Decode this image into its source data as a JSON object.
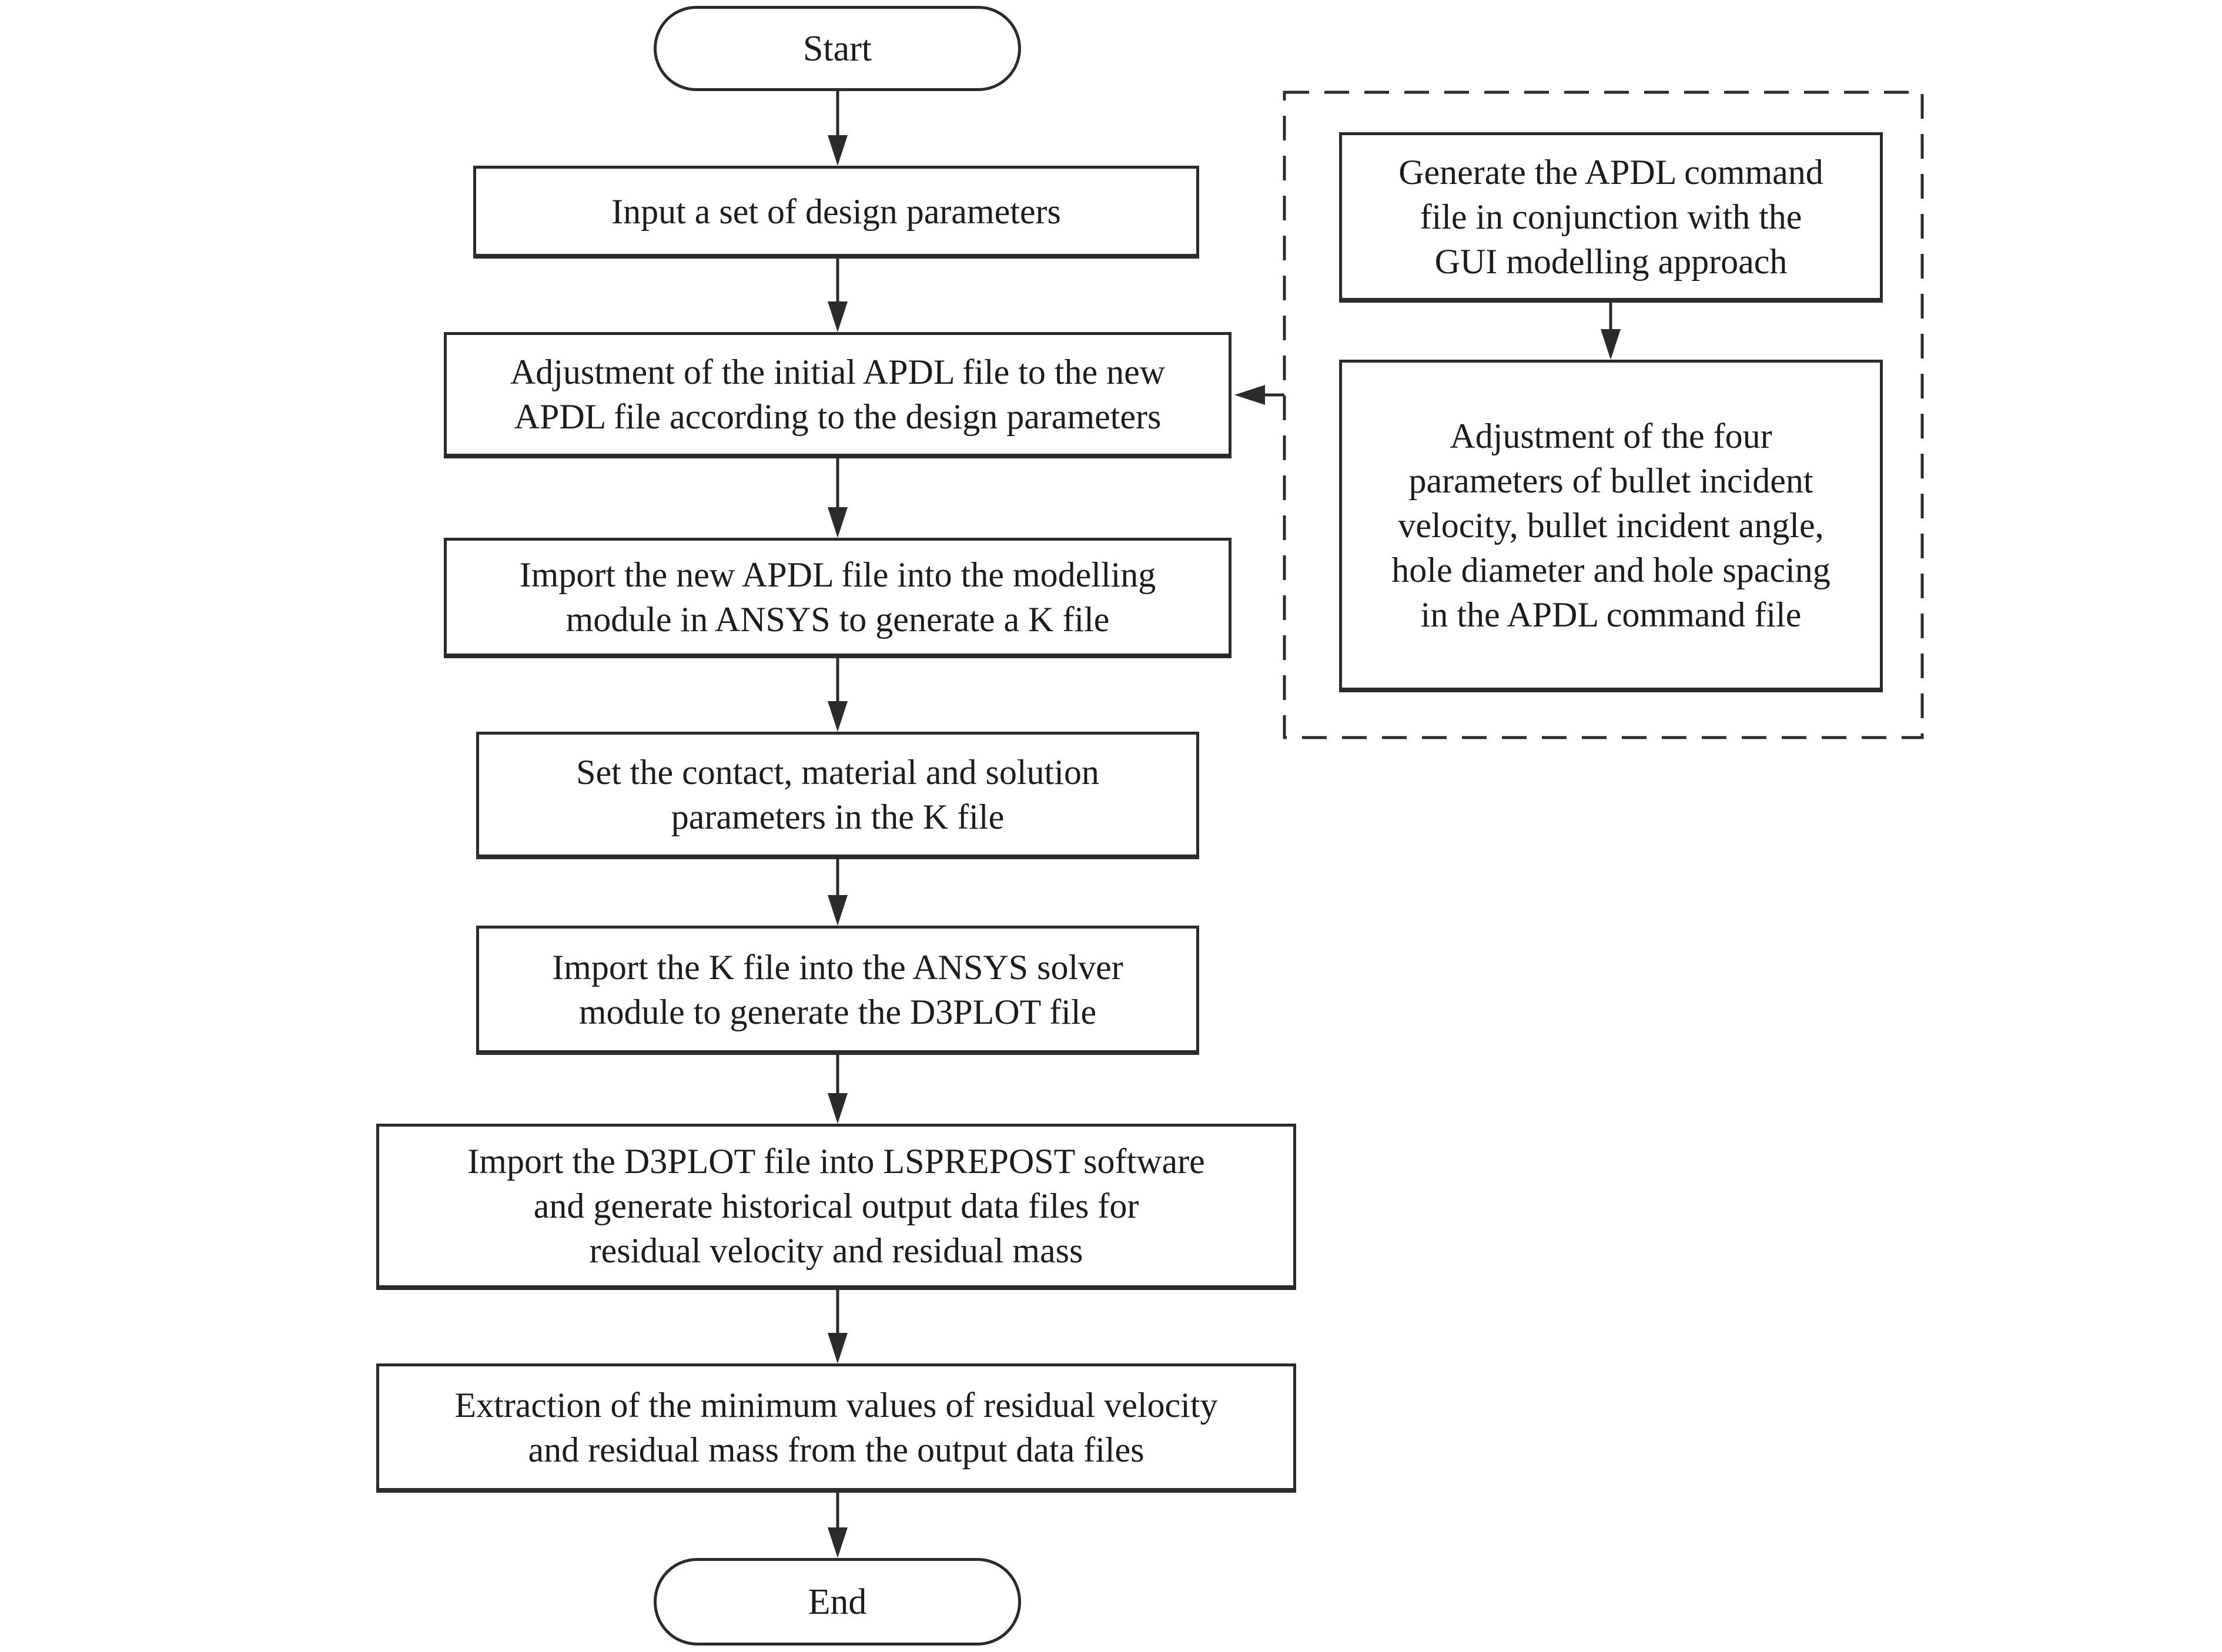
{
  "figure": {
    "type": "flowchart",
    "background": "#ffffff",
    "line_color": "#2b2b2b",
    "text_color": "#1c1c1c"
  },
  "nodes": {
    "start": {
      "shape": "terminator",
      "label": "Start"
    },
    "input_params": {
      "shape": "process",
      "label": "Input a set of design parameters"
    },
    "adjust_apdl": {
      "shape": "process",
      "label": "Adjustment of the initial APDL file to the new\nAPDL file according to the design parameters"
    },
    "import_apdl": {
      "shape": "process",
      "label": "Import the new APDL file into the modelling\nmodule in ANSYS to generate a K file"
    },
    "set_params": {
      "shape": "process",
      "label": "Set the contact, material and solution\nparameters in the K file"
    },
    "import_k": {
      "shape": "process",
      "label": "Import the K file into the ANSYS solver\nmodule to generate the D3PLOT file"
    },
    "import_d3plot": {
      "shape": "process",
      "label": "Import the D3PLOT file into LSPREPOST software\nand generate historical output data files for\nresidual velocity and residual mass"
    },
    "extract_min": {
      "shape": "process",
      "label": "Extraction of the minimum values of residual velocity\nand residual mass from the output data files"
    },
    "end": {
      "shape": "terminator",
      "label": "End"
    },
    "generate_apdl": {
      "shape": "process",
      "label": "Generate the APDL command\nfile in conjunction with the\nGUI modelling approach"
    },
    "adjust_four": {
      "shape": "process",
      "label": "Adjustment of the four\nparameters of bullet incident\nvelocity, bullet incident angle,\nhole diameter and hole spacing\nin the APDL command file"
    }
  },
  "groups": {
    "apdl_generation_group": {
      "style": "dashed",
      "contains": [
        "generate_apdl",
        "adjust_four"
      ]
    }
  },
  "edges": [
    {
      "from": "start",
      "to": "input_params",
      "arrow": "down"
    },
    {
      "from": "input_params",
      "to": "adjust_apdl",
      "arrow": "down"
    },
    {
      "from": "adjust_apdl",
      "to": "import_apdl",
      "arrow": "down"
    },
    {
      "from": "import_apdl",
      "to": "set_params",
      "arrow": "down"
    },
    {
      "from": "set_params",
      "to": "import_k",
      "arrow": "down"
    },
    {
      "from": "import_k",
      "to": "import_d3plot",
      "arrow": "down"
    },
    {
      "from": "import_d3plot",
      "to": "extract_min",
      "arrow": "down"
    },
    {
      "from": "extract_min",
      "to": "end",
      "arrow": "down"
    },
    {
      "from": "generate_apdl",
      "to": "adjust_four",
      "arrow": "down"
    },
    {
      "from": "apdl_generation_group",
      "to": "adjust_apdl",
      "arrow": "left"
    }
  ]
}
